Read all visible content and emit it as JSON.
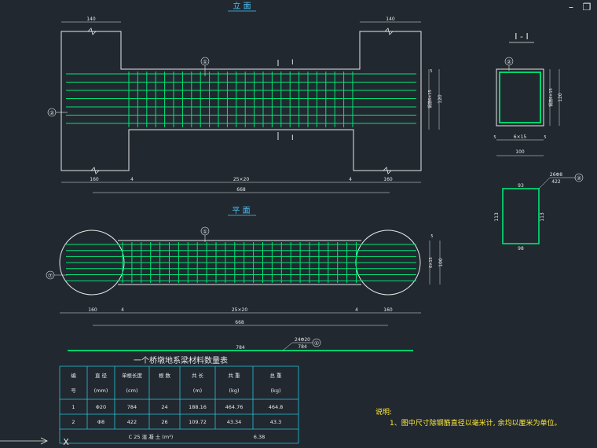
{
  "window_controls": {
    "minimize": "–",
    "restore": "❐"
  },
  "elevation": {
    "title": "立 面",
    "rebar_number": "①",
    "section_mark": "I",
    "stirrup_number": "②",
    "dims": {
      "left_top": "140",
      "right_top": "140",
      "left_bottom": "160",
      "mid_gap1": "4",
      "mid_main": "25×20",
      "mid_gap2": "4",
      "right_bottom": "160",
      "overall": "668"
    },
    "right_dims": {
      "dim_small": "5",
      "dim_label": "钢筋6×15",
      "dim_height": "120"
    }
  },
  "section": {
    "title": "I - I",
    "stirrup_number": "②",
    "right_dims": {
      "dim_label": "钢筋6×15",
      "dim_height": "120"
    },
    "bottom_dims": {
      "small_left": "5",
      "spacing": "6×15",
      "small_right": "5",
      "overall": "100"
    }
  },
  "stirrup_detail": {
    "top": "93",
    "left": "113",
    "right": "113",
    "bottom": "98",
    "callout_top": "26Φ8",
    "callout_bottom": "422",
    "callout_number": "②"
  },
  "plan": {
    "title": "平 面",
    "rebar_number": "①",
    "side_number": "⑦",
    "dims": {
      "left": "160",
      "gap1": "4",
      "main": "25×20",
      "gap2": "4",
      "right": "160",
      "overall": "668"
    },
    "right_dims": {
      "dim_label": "6×15",
      "dim_height": "100",
      "small": "5"
    }
  },
  "bar_detail": {
    "length": "784",
    "callout_top": "24Φ20",
    "callout_bottom": "784",
    "callout_number": "①"
  },
  "table": {
    "title": "一个桥墩地系梁材料数量表",
    "header_top": [
      "编",
      "直 径",
      "单根长度",
      "根 数",
      "共 长",
      "共 重",
      "总 重"
    ],
    "header_bottom": [
      "号",
      "(mm)",
      "(cm)",
      "",
      "(m)",
      "(kg)",
      "(kg)"
    ],
    "rows": [
      [
        "1",
        "Φ20",
        "784",
        "24",
        "188.16",
        "464.76",
        "464.8"
      ],
      [
        "2",
        "Φ8",
        "422",
        "26",
        "109.72",
        "43.34",
        "43.3"
      ]
    ],
    "concrete_label": "C 25  混 凝 土 (m³)",
    "concrete_value": "6.38"
  },
  "notes": {
    "title": "说明:",
    "line1": "1、图中尺寸除钢筋直径以毫米计, 余均以厘米为单位。"
  },
  "ucs": {
    "x_label": "X"
  }
}
